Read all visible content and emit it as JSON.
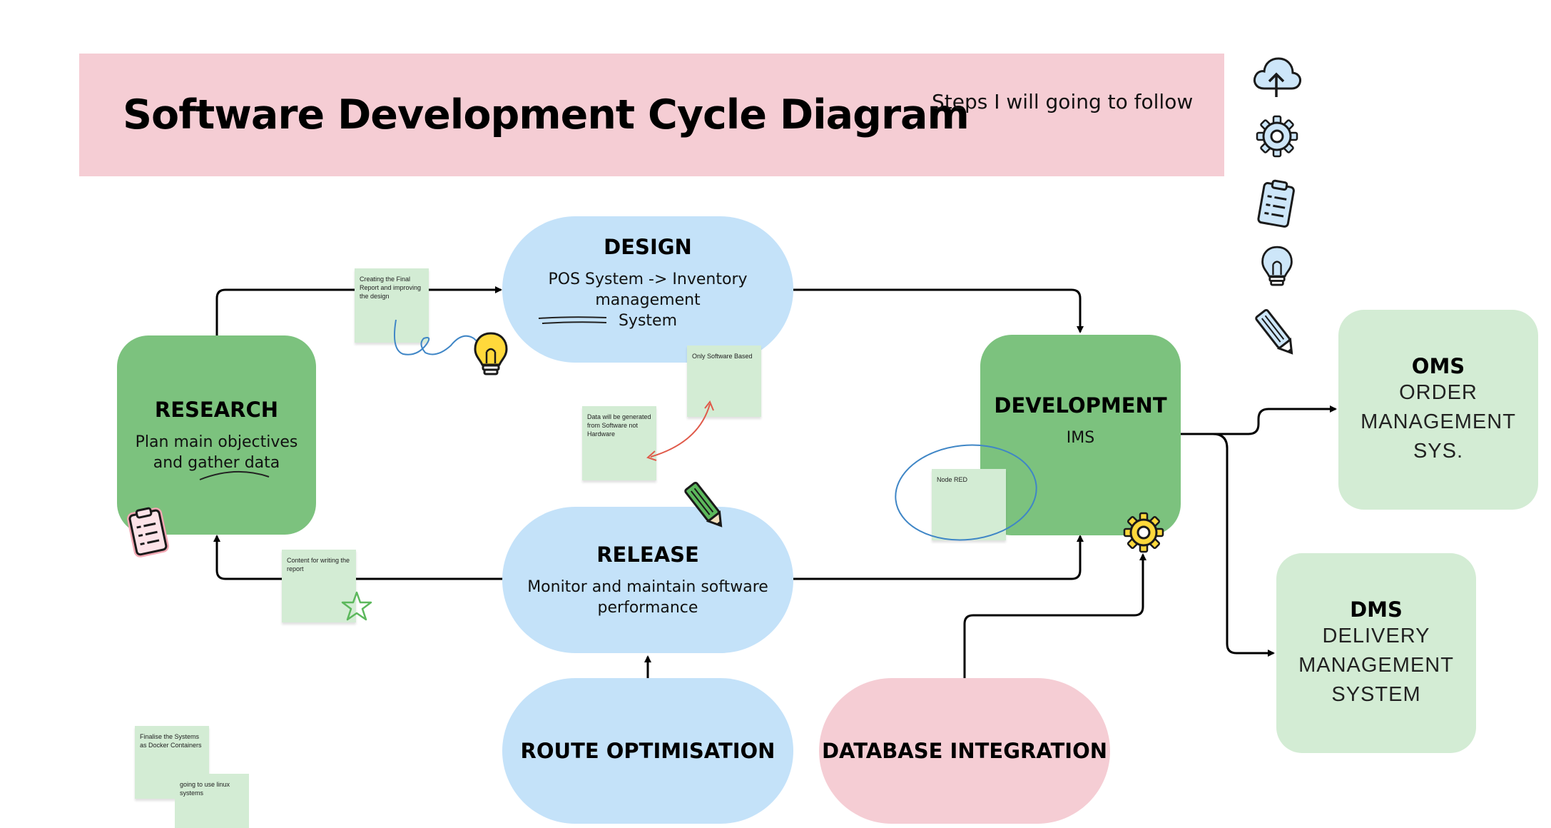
{
  "header": {
    "title": "Software Development Cycle Diagram",
    "subtitle": "Steps I will going to follow"
  },
  "nodes": {
    "research": {
      "title": "RESEARCH",
      "body_line1": "Plan main objectives",
      "body_line2": "and gather data"
    },
    "design": {
      "title": "DESIGN",
      "body_line1": "POS System -> Inventory management",
      "body_line2": "System"
    },
    "development": {
      "title": "DEVELOPMENT",
      "body": "IMS"
    },
    "release": {
      "title": "RELEASE",
      "body_line1": "Monitor and maintain software",
      "body_line2": "performance"
    },
    "route_optimisation": {
      "title": "ROUTE OPTIMISATION"
    },
    "database_integration": {
      "title": "DATABASE INTEGRATION"
    },
    "oms": {
      "title": "OMS",
      "line1": "ORDER",
      "line2": "MANAGEMENT SYS."
    },
    "dms": {
      "title": "DMS",
      "line1": "DELIVERY",
      "line2": "MANAGEMENT",
      "line3": "SYSTEM"
    }
  },
  "stickies": {
    "final_report": "Creating the Final Report and improving the design",
    "software_based": "Only Software Based",
    "data_generated": "Data will be generated from Software not Hardware",
    "node_red": "Node RED",
    "content_writing": "Content for writing the report",
    "docker": "Finalise the Systems as Docker Containers",
    "linux": "going to use linux systems"
  },
  "icons": {
    "sidebar": [
      "cloud-upload-icon",
      "gear-icon",
      "clipboard-icon",
      "lightbulb-icon",
      "pencil-icon"
    ],
    "stickers": [
      "lightbulb-icon",
      "clipboard-icon",
      "pencil-icon",
      "gear-icon",
      "star-icon"
    ]
  },
  "colors": {
    "banner": "#f5cdd4",
    "green_node": "#7cc27e",
    "blue_node": "#c4e2f9",
    "pink_node": "#f5cdd4",
    "mint_node": "#d3ecd4",
    "sticky": "#d3ecd4",
    "arrow": "#000000",
    "annotation_blue": "#3f86c6",
    "annotation_red": "#e05a4a"
  }
}
